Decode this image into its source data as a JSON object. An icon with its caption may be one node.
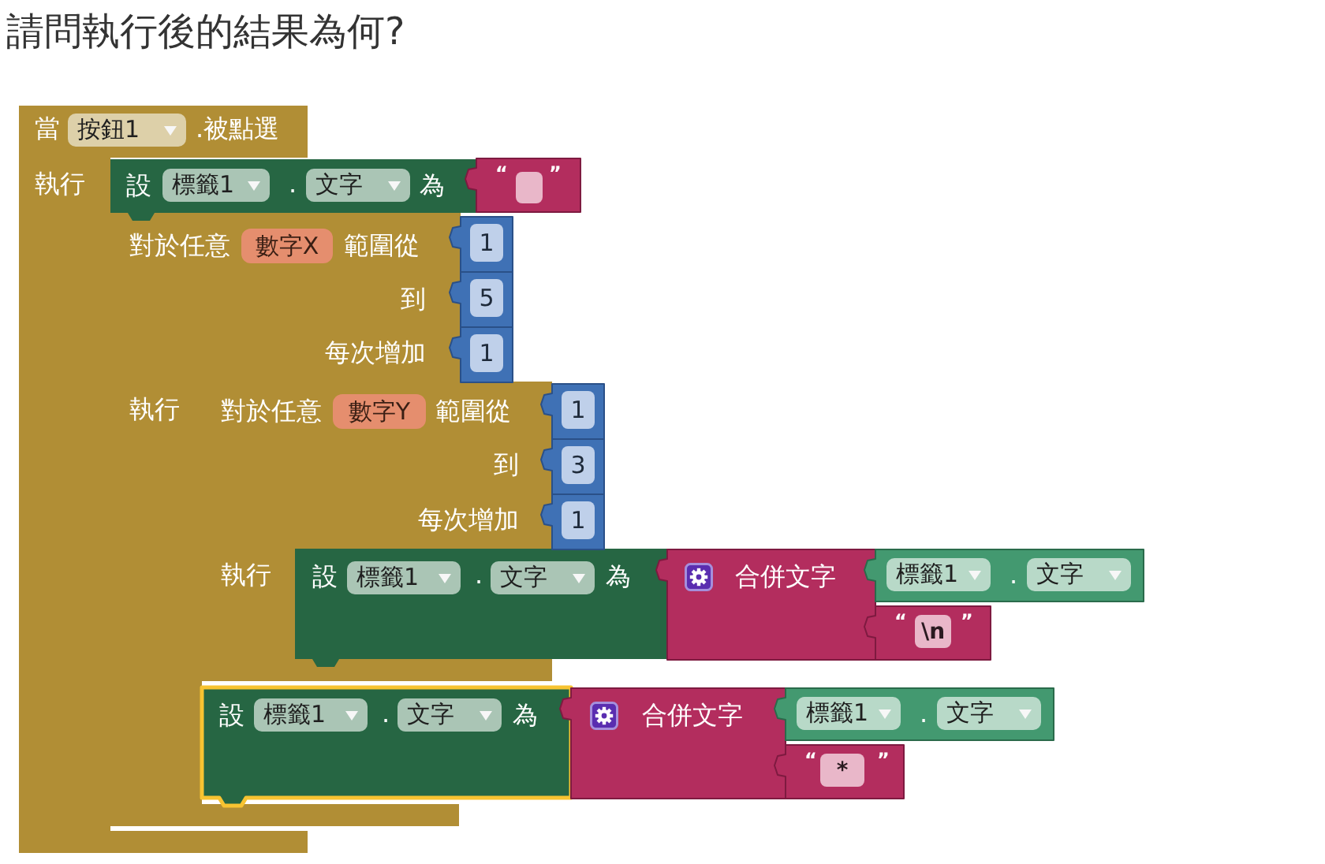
{
  "diagram": {
    "title": "請問執行後的結果為何?",
    "nodes": [
      {
        "text": [
          "當",
          ".被點選",
          "執行"
        ]
      },
      {
        "text": [
          "按鈕1"
        ],
        "in": 0
      },
      {
        "text": [
          "設",
          ".",
          "為"
        ]
      },
      {
        "text": [
          "標籤1"
        ],
        "in": 2
      },
      {
        "text": [
          "文字"
        ],
        "in": 2
      },
      {
        "text": [
          "“",
          "”"
        ]
      },
      {
        "text": [],
        "shape": "box",
        "in": 5
      },
      {
        "text": [
          "對於任意",
          "範圍從",
          "到",
          "每次增加",
          "執行"
        ]
      },
      {
        "text": [
          "數字X"
        ],
        "in": 7
      },
      {
        "text": [
          "1"
        ]
      },
      {
        "text": [
          "5"
        ]
      },
      {
        "text": [
          "1"
        ]
      },
      {
        "text": [
          "對於任意",
          "範圍從",
          "到",
          "每次增加",
          "執行"
        ]
      },
      {
        "text": [
          "數字Y"
        ],
        "in": 12
      },
      {
        "text": [
          "1"
        ]
      },
      {
        "text": [
          "3"
        ]
      },
      {
        "text": [
          "1"
        ]
      },
      {
        "text": [
          "設",
          ".",
          "為"
        ]
      },
      {
        "text": [
          "標籤1"
        ],
        "in": 17
      },
      {
        "text": [
          "文字"
        ],
        "in": 17
      },
      {
        "text": [
          "合併文字"
        ]
      },
      {
        "text": [
          "."
        ]
      },
      {
        "text": [
          "標籤1"
        ],
        "in": 21
      },
      {
        "text": [
          "文字"
        ],
        "in": 21
      },
      {
        "text": [
          "“",
          "”"
        ]
      },
      {
        "text": [
          "\\n"
        ],
        "in": 24
      },
      {
        "text": [
          "設",
          ".",
          "為"
        ]
      },
      {
        "text": [
          "標籤1"
        ],
        "in": 26
      },
      {
        "text": [
          "文字"
        ],
        "in": 26
      },
      {
        "text": [
          "合併文字"
        ]
      },
      {
        "text": [
          "."
        ]
      },
      {
        "text": [
          "標籤1"
        ],
        "in": 30
      },
      {
        "text": [
          "文字"
        ],
        "in": 30
      },
      {
        "text": [
          "“",
          "”"
        ]
      },
      {
        "text": [
          "*"
        ],
        "in": 33
      }
    ]
  }
}
